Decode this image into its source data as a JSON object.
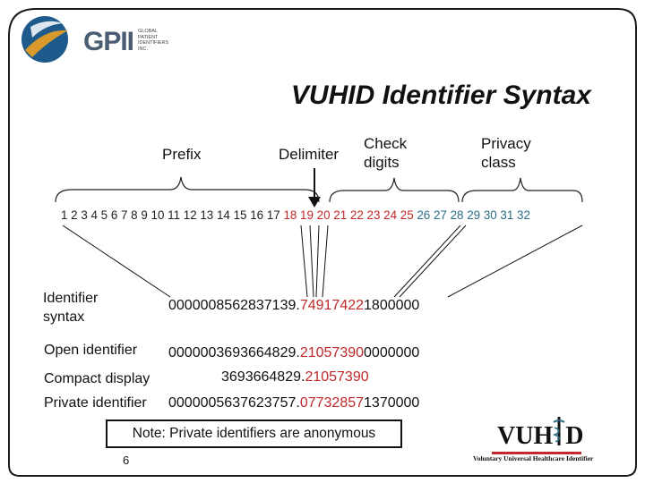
{
  "logo": {
    "name": "GPII",
    "tagline_lines": [
      "GLOBAL",
      "PATIENT",
      "IDENTIFIERS",
      "INC."
    ]
  },
  "title": "VUHID Identifier Syntax",
  "headers": {
    "prefix": "Prefix",
    "delimiter": "Delimiter",
    "check_line1": "Check",
    "check_line2": "digits",
    "privacy_line1": "Privacy",
    "privacy_line2": "class"
  },
  "positions": {
    "black": "1 2 3 4 5 6 7 8 9 10 11 12 13 14 15 16 17",
    "red": " 18 19 20 21 22 23 24 25",
    "teal": " 26 27 28 29 30 31 32"
  },
  "rows": [
    {
      "label_line1": "Identifier",
      "label_line2": "syntax",
      "value_black": "0000008562837139.",
      "value_red": "74917422",
      "value_tail": "1800000"
    },
    {
      "label_line1": "Open identifier",
      "value_black": "0000003693664829.",
      "value_red": "21057390",
      "value_tail": "0000000"
    },
    {
      "label_line1": "Compact display",
      "value_black": "3693664829.",
      "value_red": "21057390",
      "value_tail": ""
    },
    {
      "label_line1": "Private identifier",
      "value_black": "0000005637623757.",
      "value_red": "07732857",
      "value_tail": "1370000"
    }
  ],
  "note": "Note:  Private identifiers are anonymous",
  "page_number": "6",
  "vuhid_logo": {
    "mark": "VUH",
    "mark2": "D",
    "caption": "Voluntary Universal Healthcare Identifier"
  },
  "colors": {
    "accent_red": "#c0282a",
    "accent_teal": "#2a6e84",
    "gpii_blue": "#1f5a8c",
    "gpii_gold": "#d99a2b"
  }
}
